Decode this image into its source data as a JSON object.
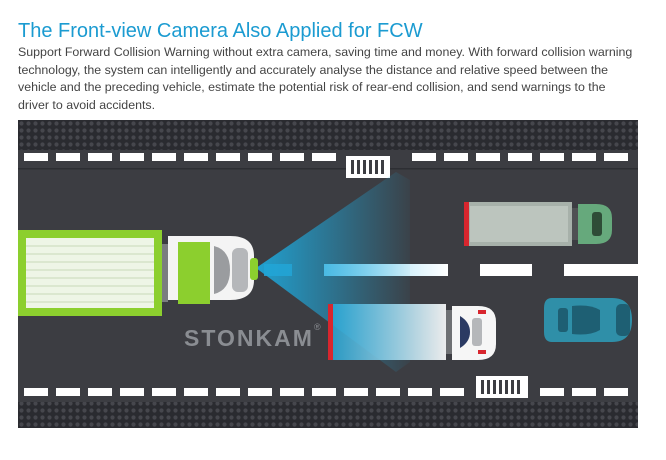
{
  "heading": {
    "title": "The Front-view Camera Also Applied for FCW"
  },
  "description": {
    "lines": [
      "Support Forward Collision Warning without extra camera, saving time and money. With forward collision warning",
      "technology, the system can intelligently and accurately analyse the distance and relative speed between the",
      "vehicle and the preceding vehicle, estimate the potential risk of rear-end collision, and send warnings to the",
      "driver to avoid accidents."
    ]
  },
  "illustration": {
    "watermark": "STONKAM",
    "registered_mark": "®",
    "colors": {
      "road": "#3c3d42",
      "curb": "#2a2b30",
      "lane_marking": "#ffffff",
      "camera_beam": "#1a9fd0",
      "own_truck_green": "#8ccf2e",
      "lead_truck_green": "#66a97c",
      "car_teal": "#2f8fa8",
      "warning_red": "#d8262e"
    },
    "icons": [
      "own-truck-icon",
      "lead-truck-icon",
      "white-van-icon",
      "teal-car-icon",
      "camera-beam-icon",
      "crosswalk-icon"
    ]
  }
}
